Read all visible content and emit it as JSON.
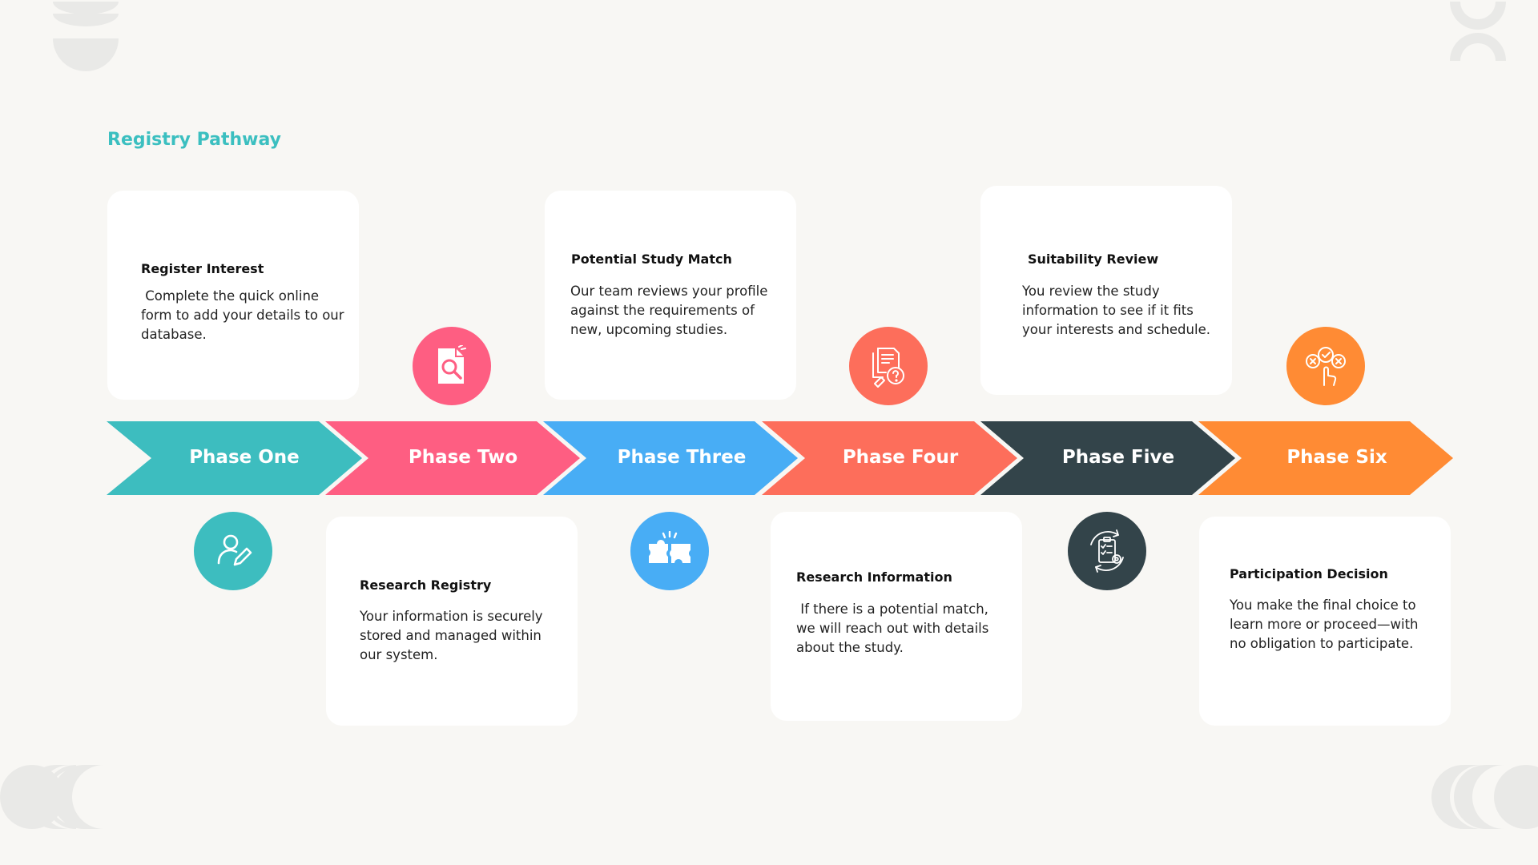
{
  "title": "Registry Pathway",
  "colors": {
    "teal": "#3dbdbf",
    "pink": "#fe5e82",
    "blue": "#48adf5",
    "coral": "#fd6e5b",
    "dark": "#33444a",
    "orange": "#ff8b34",
    "title": "#3bbfc0"
  },
  "phases": [
    {
      "label": "Phase One",
      "card_title": "Register Interest",
      "card_text": " Complete the quick online form to add your details to our database.",
      "icon": "user-edit-icon"
    },
    {
      "label": "Phase Two",
      "card_title": "Research Registry",
      "card_text": "Your information is securely stored and managed within our system.",
      "icon": "document-search-icon"
    },
    {
      "label": "Phase Three",
      "card_title": "Potential Study Match",
      "card_text": "Our team reviews your profile against the requirements of new, upcoming studies.",
      "icon": "puzzle-icon"
    },
    {
      "label": "Phase Four",
      "card_title": "Research Information",
      "card_text": " If there is a potential match, we will reach out with details about the study.",
      "icon": "document-question-icon"
    },
    {
      "label": "Phase Five",
      "card_title": "Suitability Review",
      "card_text": "You review the study information to see if it fits your interests and schedule.",
      "icon": "checklist-cycle-icon"
    },
    {
      "label": "Phase Six",
      "card_title": "Participation Decision",
      "card_text": "You make the final choice to learn more or proceed—with no obligation to participate.",
      "icon": "decision-choice-icon"
    }
  ]
}
